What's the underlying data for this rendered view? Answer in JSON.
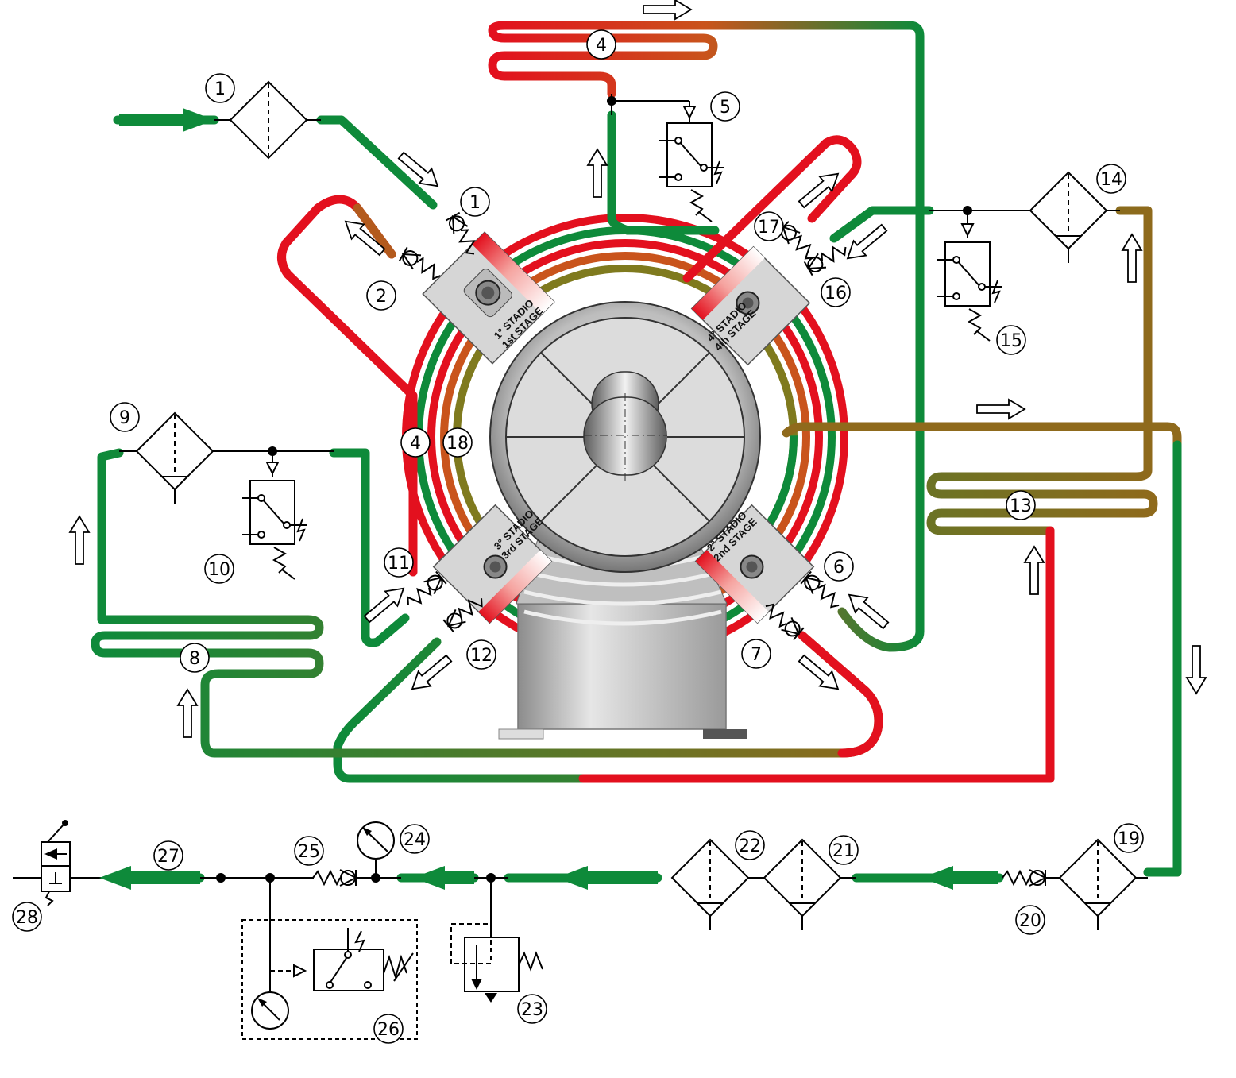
{
  "colors": {
    "green": "#0e8a3a",
    "red": "#e3101e",
    "olive": "#7f7a1e",
    "orange": "#c9541c",
    "casing": "#c8c8c8"
  },
  "stages": {
    "s1": {
      "it": "1° STADIO",
      "en": "1st STAGE"
    },
    "s2": {
      "it": "2° STADIO",
      "en": "2nd STAGE"
    },
    "s3": {
      "it": "3° STADIO",
      "en": "3rd STAGE"
    },
    "s4": {
      "it": "4° STADIO",
      "en": "4th STAGE"
    }
  },
  "callouts": [
    {
      "id": "c1a",
      "text": "1"
    },
    {
      "id": "c1b",
      "text": "1"
    },
    {
      "id": "c2",
      "text": "2"
    },
    {
      "id": "c4a",
      "text": "4"
    },
    {
      "id": "c4b",
      "text": "4"
    },
    {
      "id": "c5",
      "text": "5"
    },
    {
      "id": "c6",
      "text": "6"
    },
    {
      "id": "c7",
      "text": "7"
    },
    {
      "id": "c8",
      "text": "8"
    },
    {
      "id": "c9",
      "text": "9"
    },
    {
      "id": "c10",
      "text": "10"
    },
    {
      "id": "c11",
      "text": "11"
    },
    {
      "id": "c12",
      "text": "12"
    },
    {
      "id": "c13",
      "text": "13"
    },
    {
      "id": "c14",
      "text": "14"
    },
    {
      "id": "c15",
      "text": "15"
    },
    {
      "id": "c16",
      "text": "16"
    },
    {
      "id": "c17",
      "text": "17"
    },
    {
      "id": "c18",
      "text": "18"
    },
    {
      "id": "c19",
      "text": "19"
    },
    {
      "id": "c20",
      "text": "20"
    },
    {
      "id": "c21",
      "text": "21"
    },
    {
      "id": "c22",
      "text": "22"
    },
    {
      "id": "c23",
      "text": "23"
    },
    {
      "id": "c24",
      "text": "24"
    },
    {
      "id": "c25",
      "text": "25"
    },
    {
      "id": "c26",
      "text": "26"
    },
    {
      "id": "c27",
      "text": "27"
    },
    {
      "id": "c28",
      "text": "28"
    }
  ]
}
